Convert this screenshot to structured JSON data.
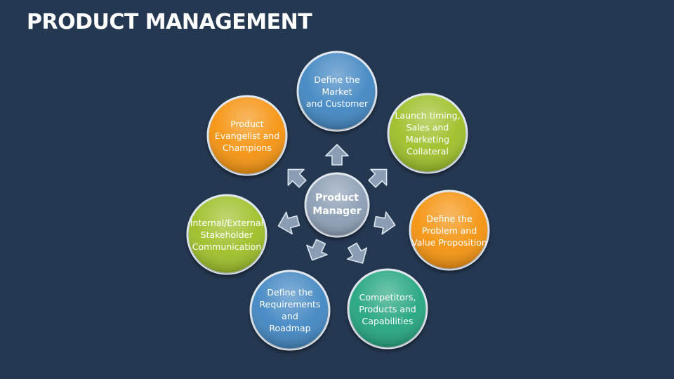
{
  "title": "PRODUCT MANAGEMENT",
  "center": {
    "label_line1": "Product",
    "label_line2": "Manager",
    "color": "#8b9db4"
  },
  "nodes": [
    {
      "name": "node-define-market",
      "lines": [
        "Define the Market",
        "and Customer"
      ],
      "color": "#3f86c2"
    },
    {
      "name": "node-launch-timing",
      "lines": [
        "Launch timing,",
        "Sales and",
        "Marketing",
        "Collateral"
      ],
      "color": "#9dbf27"
    },
    {
      "name": "node-define-problem",
      "lines": [
        "Define the",
        "Problem and",
        "Value Proposition"
      ],
      "color": "#f5920f"
    },
    {
      "name": "node-competitors",
      "lines": [
        "Competitors,",
        "Products and",
        "Capabilities"
      ],
      "color": "#21a57f"
    },
    {
      "name": "node-define-requirements",
      "lines": [
        "Define the",
        "Requirements and",
        "Roadmap"
      ],
      "color": "#3f86c2"
    },
    {
      "name": "node-stakeholder-communication",
      "lines": [
        "Internal/External",
        "Stakeholder",
        "Communication"
      ],
      "color": "#9dbf27"
    },
    {
      "name": "node-product-evangelist",
      "lines": [
        "Product",
        "Evangelist and",
        "Champions"
      ],
      "color": "#f5920f"
    }
  ],
  "arrow_color": "#8b9db4"
}
